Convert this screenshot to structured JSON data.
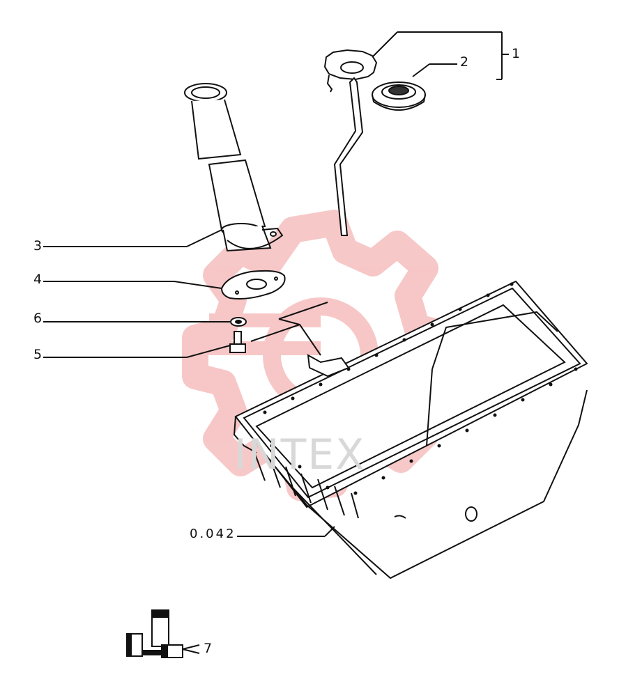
{
  "diagram": {
    "callouts": [
      {
        "id": "1",
        "text": "1"
      },
      {
        "id": "2",
        "text": "2"
      },
      {
        "id": "3",
        "text": "3"
      },
      {
        "id": "4",
        "text": "4"
      },
      {
        "id": "6",
        "text": "6"
      },
      {
        "id": "5",
        "text": "5"
      },
      {
        "id": "7",
        "text": "7"
      }
    ],
    "reference": "0.042",
    "watermark": {
      "text": "INTEX",
      "gear_color": "#f4b6b6",
      "text_color": "#d8d8d8"
    }
  }
}
